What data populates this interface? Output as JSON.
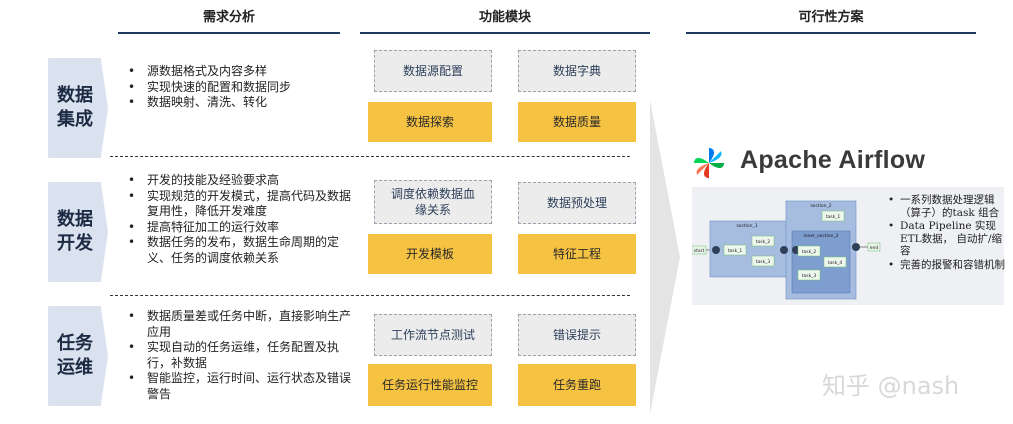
{
  "headers": {
    "requirements": "需求分析",
    "modules": "功能模块",
    "solution": "可行性方案"
  },
  "sections": [
    {
      "label_line1": "数据",
      "label_line2": "集成",
      "bullets": [
        "源数据格式及内容多样",
        "实现快速的配置和数据同步",
        "数据映射、清洗、转化"
      ],
      "modules": [
        "数据源配置",
        "数据字典",
        "数据探索",
        "数据质量"
      ]
    },
    {
      "label_line1": "数据",
      "label_line2": "开发",
      "bullets": [
        "开发的技能及经验要求高",
        "实现规范的开发模式，提高代码及数据复用性，降低开发难度",
        "提高特征加工的运行效率",
        "数据任务的发布，数据生命周期的定义、任务的调度依赖关系"
      ],
      "modules": [
        "调度依赖数据血缘关系",
        "数据预处理",
        "开发模板",
        "特征工程"
      ]
    },
    {
      "label_line1": "任务",
      "label_line2": "运维",
      "bullets": [
        "数据质量差或任务中断，直接影响生产应用",
        "实现自动的任务运维，任务配置及执行，补数据",
        "智能监控，运行时间、运行状态及错误警告"
      ],
      "modules": [
        "工作流节点测试",
        "错误提示",
        "任务运行性能监控",
        "任务重跑"
      ]
    }
  ],
  "airflow": {
    "name": "Apache Airflow",
    "dag": {
      "start": "start",
      "end": "end",
      "section_1": "section_1",
      "section_2": "section_2",
      "inner_section_2": "inner_section_2",
      "task_1": "task_1",
      "task_2": "task_2",
      "task_3": "task_3",
      "task_4": "task_4"
    },
    "points": [
      "一系列数据处理逻辑（算子）的task 组合",
      "Data Pipeline 实现 ETL数据， 自动扩/缩容",
      "完善的报警和容错机制"
    ]
  },
  "watermark": "知乎 @nash",
  "colors": {
    "module_highlight": "#f5c242",
    "category_bg": "#dbe2ef",
    "header_rule": "#1f3a5f"
  }
}
